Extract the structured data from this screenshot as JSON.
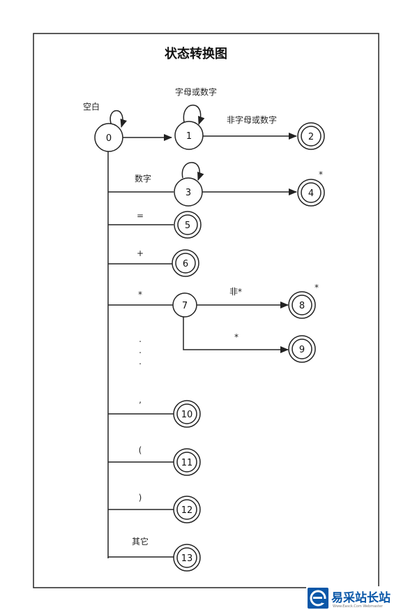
{
  "title": "状态转换图",
  "colors": {
    "line": "#222222",
    "frame": "#222222",
    "watermark": "#0a57a8"
  },
  "states": [
    {
      "id": "0",
      "final": false
    },
    {
      "id": "1",
      "final": false
    },
    {
      "id": "2",
      "final": true
    },
    {
      "id": "3",
      "final": false
    },
    {
      "id": "4",
      "final": true
    },
    {
      "id": "5",
      "final": true
    },
    {
      "id": "6",
      "final": true
    },
    {
      "id": "7",
      "final": false
    },
    {
      "id": "8",
      "final": true
    },
    {
      "id": "9",
      "final": true
    },
    {
      "id": "10",
      "final": true
    },
    {
      "id": "11",
      "final": true
    },
    {
      "id": "12",
      "final": true
    },
    {
      "id": "13",
      "final": true
    }
  ],
  "labels": {
    "self_loop_0": "空白",
    "self_loop_1": "字母或数字",
    "edge_1_2": "非字母或数字",
    "edge_0_3": "数字",
    "star_4": "*",
    "edge_0_5": "=",
    "edge_0_6": "+",
    "edge_0_7": "*",
    "edge_7_8": "非*",
    "star_8": "*",
    "edge_7_9": "*",
    "dot_1": ".",
    "dot_2": ".",
    "dot_3": ".",
    "edge_0_10": ",",
    "edge_0_11": "(",
    "edge_0_12": ")",
    "edge_0_13": "其它"
  },
  "watermark": {
    "text": "易采站长站",
    "subtext": "Www.Easck.Com Webmaster",
    "icon": "e-logo-icon"
  }
}
